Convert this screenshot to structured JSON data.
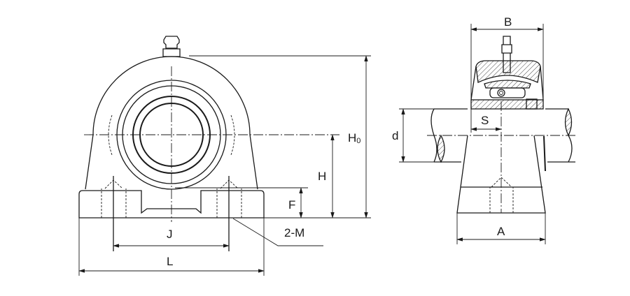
{
  "labels": {
    "h0": "H",
    "h0_sub": "0",
    "h": "H",
    "f": "F",
    "j": "J",
    "l": "L",
    "m": "2-M",
    "b": "B",
    "s": "S",
    "d": "d",
    "a": "A"
  }
}
